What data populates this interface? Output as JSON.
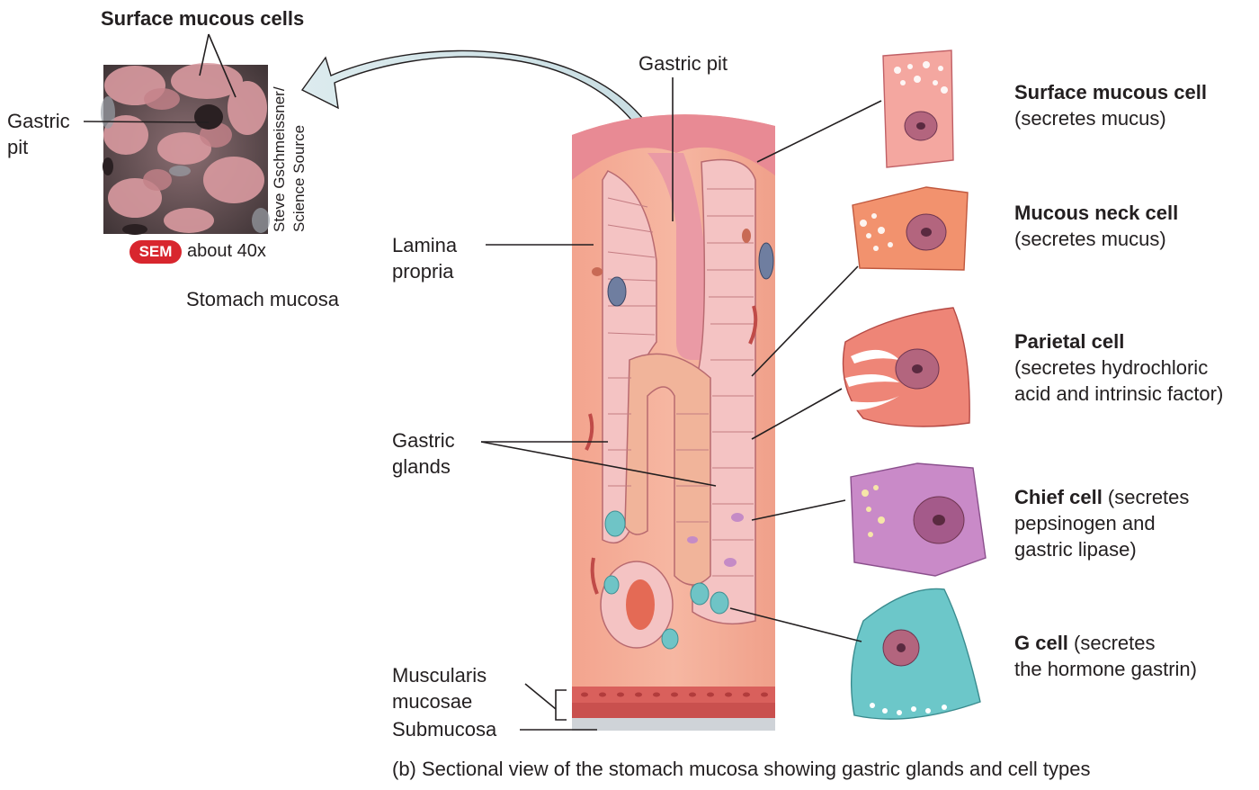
{
  "sem_panel": {
    "title": "Surface mucous cells",
    "gastric_pit_label": [
      "Gastric",
      "pit"
    ],
    "credit": [
      "Steve Gschmeissner/",
      "Science Source"
    ],
    "badge": "SEM",
    "magnification": "about 40x",
    "caption": "Stomach mucosa"
  },
  "section_labels": {
    "gastric_pit": "Gastric pit",
    "lamina_propria": [
      "Lamina",
      "propria"
    ],
    "gastric_glands": [
      "Gastric",
      "glands"
    ],
    "muscularis_mucosae": [
      "Muscularis",
      "mucosae"
    ],
    "submucosa": "Submucosa"
  },
  "cells": [
    {
      "name": "Surface mucous cell",
      "desc": [
        "(secretes mucus)"
      ],
      "color": "#f4a7a0"
    },
    {
      "name": "Mucous neck cell",
      "desc": [
        "(secretes mucus)"
      ],
      "color": "#f2926e"
    },
    {
      "name": "Parietal cell",
      "desc": [
        "(secretes hydrochloric",
        "acid and intrinsic factor)"
      ],
      "color": "#ee8577"
    },
    {
      "name": "Chief cell",
      "inline": " (secretes",
      "desc": [
        "pepsinogen and",
        "gastric lipase)"
      ],
      "color": "#c98ac8"
    },
    {
      "name": "G cell",
      "inline": " (secretes",
      "desc": [
        "the hormone gastrin)"
      ],
      "color": "#6cc7c9"
    }
  ],
  "figure_caption": "(b) Sectional view of the stomach mucosa showing gastric glands and cell types",
  "colors": {
    "tissue": "#f4ad97",
    "epithelium": "#f3c2c2",
    "mucosal_surface": "#e88a94",
    "teal_cells": "#6fc4c6",
    "muscle": "#d95a55",
    "arrow_fill": "#d9ecef"
  }
}
